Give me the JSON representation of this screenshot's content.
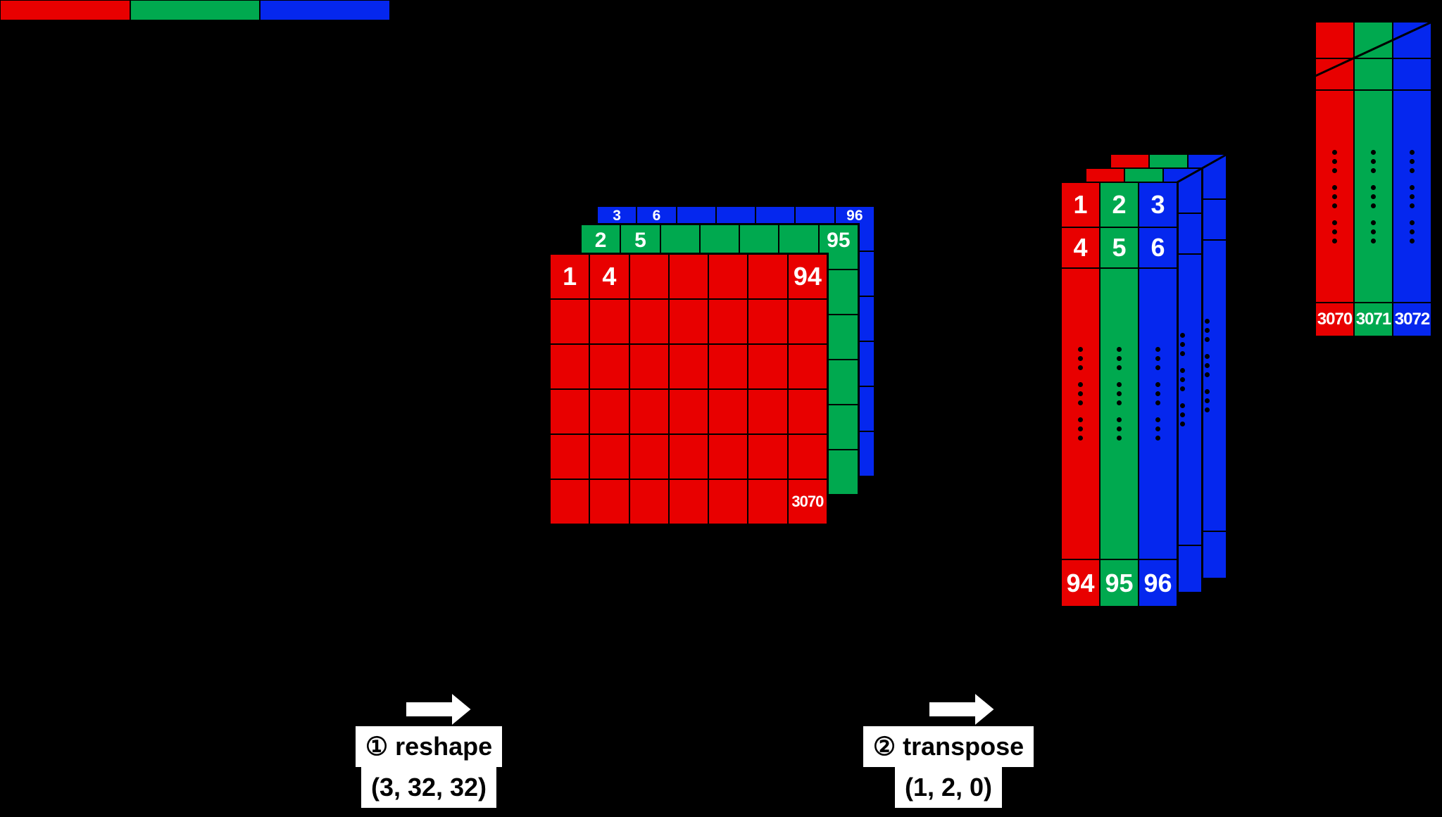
{
  "figure": {
    "description": "Diagram of a 3072-length RGB pixel vector being reshaped to (3, 32, 32) and transposed to (32, 32, 3)"
  },
  "colors": {
    "red": "#e80000",
    "green": "#00a94f",
    "blue": "#0527ee",
    "label_bg": "#ffffff",
    "label_fg": "#000000",
    "cell_text": "#ffffff",
    "canvas_bg": "#000000",
    "line": "#000000"
  },
  "flat_array": {
    "segments": [
      {
        "color": "red"
      },
      {
        "color": "green"
      },
      {
        "color": "blue"
      }
    ]
  },
  "reshape_structure": {
    "cols": 7,
    "rows": 6,
    "planes": [
      {
        "name": "blue",
        "color": "blue",
        "top_row_labels": [
          "3",
          "6",
          "",
          "",
          "",
          "",
          "96"
        ],
        "bottom_right_label": ""
      },
      {
        "name": "green",
        "color": "green",
        "top_row_labels": [
          "2",
          "5",
          "",
          "",
          "",
          "",
          "95"
        ],
        "bottom_right_label": ""
      },
      {
        "name": "red",
        "color": "red",
        "top_row_labels": [
          "1",
          "4",
          "",
          "",
          "",
          "",
          "94"
        ],
        "bottom_right_label": "3070"
      }
    ]
  },
  "transpose_structure": {
    "columns": [
      "red",
      "green",
      "blue"
    ],
    "layers": 3,
    "front_rows": [
      [
        "1",
        "2",
        "3"
      ],
      [
        "4",
        "5",
        "6"
      ]
    ],
    "bottom_row": [
      "94",
      "95",
      "96"
    ],
    "has_vertical_ellipsis": true
  },
  "flatten_structure": {
    "columns": [
      "red",
      "green",
      "blue"
    ],
    "bottom_labels": [
      "3070",
      "3071",
      "3072"
    ],
    "has_vertical_ellipsis": true
  },
  "step1": {
    "line1": "① reshape",
    "line2": "(3, 32, 32)"
  },
  "step2": {
    "line1": "② transpose",
    "line2": "(1, 2, 0)"
  }
}
